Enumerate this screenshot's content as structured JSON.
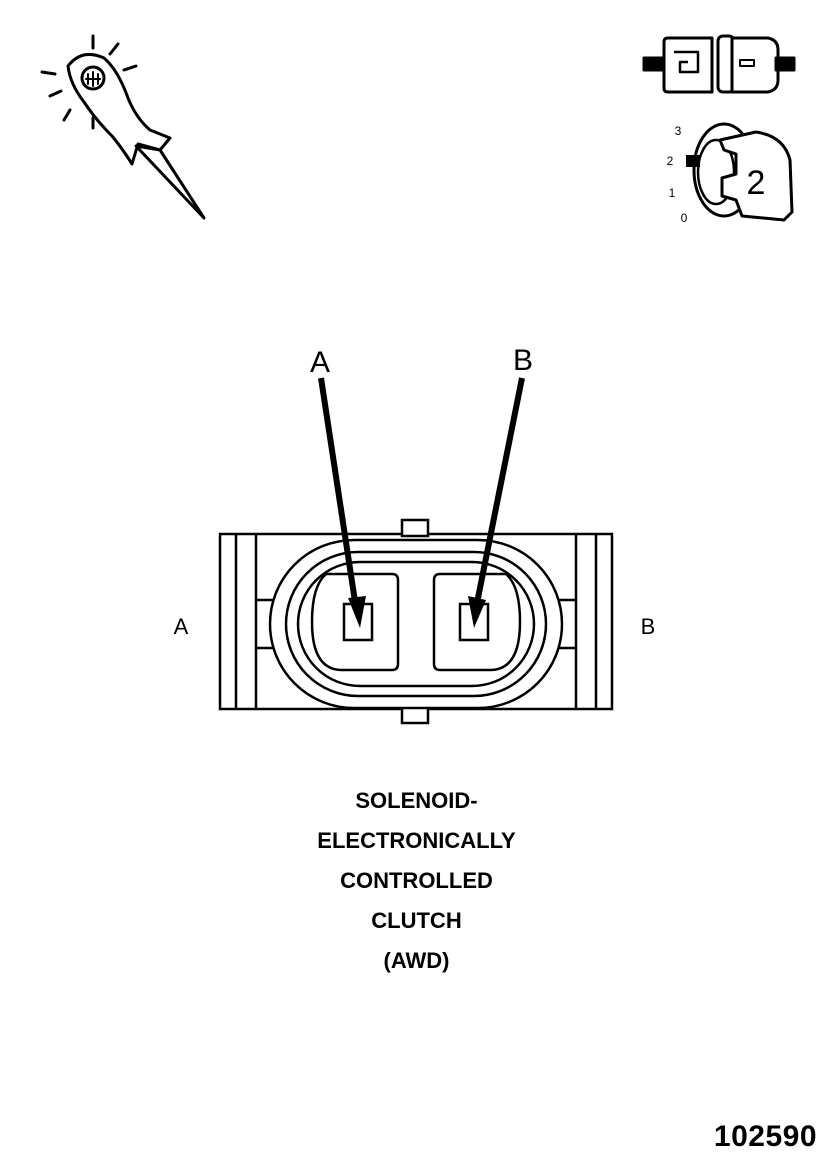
{
  "key_icon": {
    "number": "2",
    "positions": [
      "3",
      "2",
      "1",
      "0"
    ]
  },
  "connector": {
    "callouts": {
      "a": "A",
      "b": "B"
    },
    "side_labels": {
      "left": "A",
      "right": "B"
    }
  },
  "caption": {
    "lines": [
      "SOLENOID-",
      "ELECTRONICALLY",
      "CONTROLLED",
      "CLUTCH",
      "(AWD)"
    ]
  },
  "figure_number": "102590"
}
